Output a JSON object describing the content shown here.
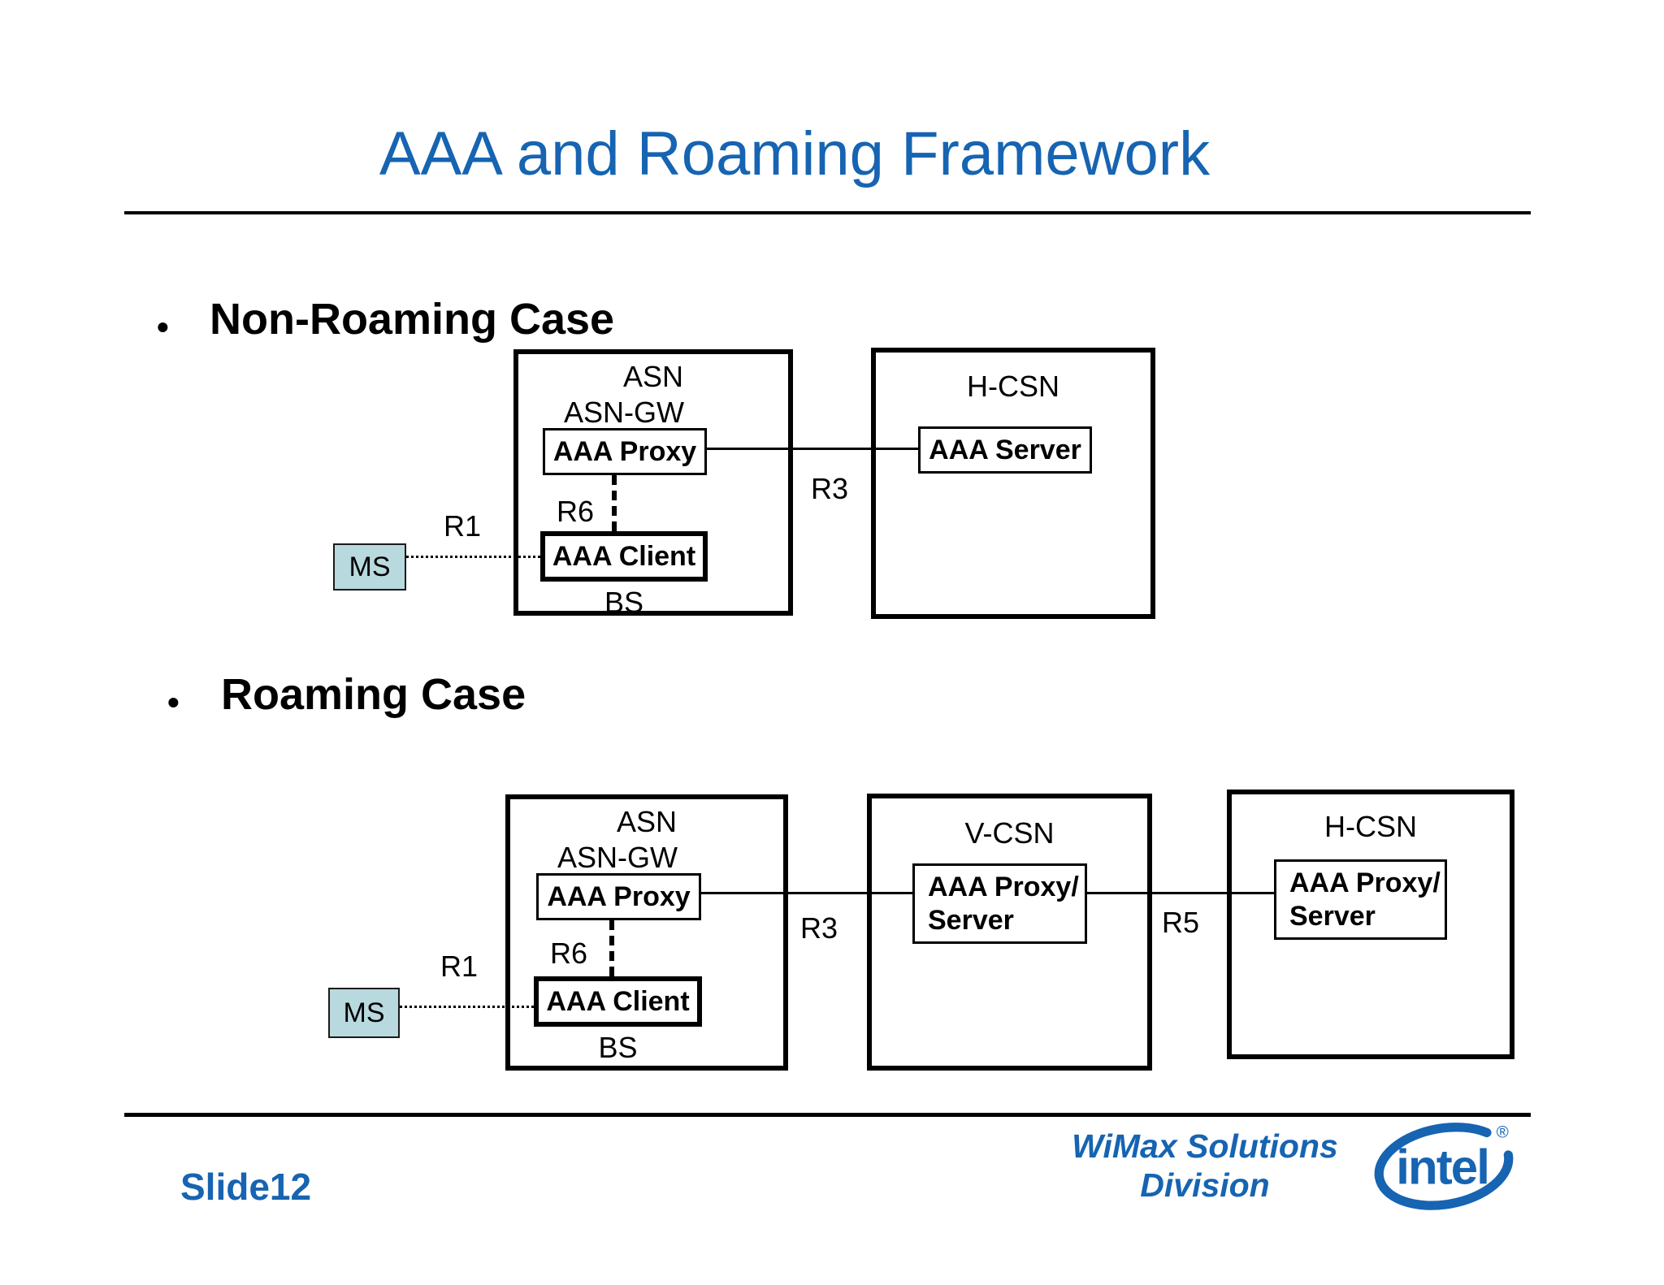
{
  "slide": {
    "title": "AAA and Roaming Framework",
    "bullet_char": "•"
  },
  "non_roaming": {
    "heading": "Non-Roaming Case",
    "asn_label": "ASN",
    "asn_gw_label": "ASN-GW",
    "aaa_proxy": "AAA Proxy",
    "aaa_client": "AAA Client",
    "bs_label": "BS",
    "ms_label": "MS",
    "r1": "R1",
    "r3": "R3",
    "r6": "R6",
    "hcsn_label": "H-CSN",
    "aaa_server": "AAA Server"
  },
  "roaming": {
    "heading": "Roaming Case",
    "asn_label": "ASN",
    "asn_gw_label": "ASN-GW",
    "aaa_proxy": "AAA Proxy",
    "aaa_client": "AAA Client",
    "bs_label": "BS",
    "ms_label": "MS",
    "r1": "R1",
    "r3": "R3",
    "r5": "R5",
    "r6": "R6",
    "vcsn_label": "V-CSN",
    "vcsn_server_line1": "AAA Proxy/",
    "vcsn_server_line2": "Server",
    "hcsn_label": "H-CSN",
    "hcsn_server_line1": "AAA Proxy/",
    "hcsn_server_line2": "Server"
  },
  "footer": {
    "slide_number": "Slide12",
    "division_line1": "WiMax Solutions",
    "division_line2": "Division",
    "logo_text": "intel",
    "logo_registered": "®"
  },
  "colors": {
    "accent_blue": "#1664b2",
    "ms_box_fill": "#b8d9de",
    "line_black": "#000000"
  }
}
